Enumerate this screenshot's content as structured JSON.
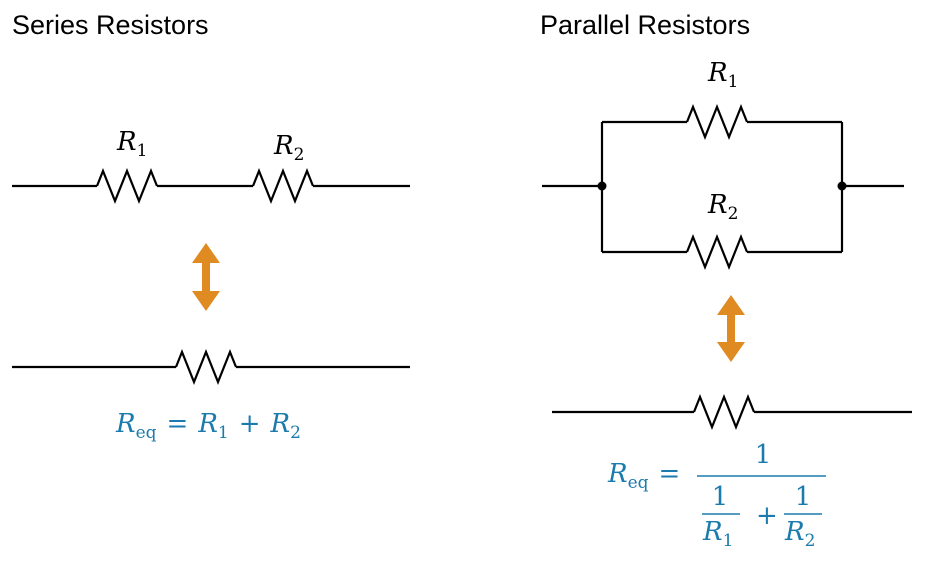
{
  "series": {
    "title": "Series Resistors",
    "r1": {
      "letter": "R",
      "sub": "1"
    },
    "r2": {
      "letter": "R",
      "sub": "2"
    },
    "equation": {
      "lhs_letter": "R",
      "lhs_sub": "eq",
      "equals": "=",
      "a_letter": "R",
      "a_sub": "1",
      "plus": "+",
      "b_letter": "R",
      "b_sub": "2"
    }
  },
  "parallel": {
    "title": "Parallel Resistors",
    "r1": {
      "letter": "R",
      "sub": "1"
    },
    "r2": {
      "letter": "R",
      "sub": "2"
    },
    "equation": {
      "lhs_letter": "R",
      "lhs_sub": "eq",
      "equals": "=",
      "numerator": "1",
      "term1_num": "1",
      "term1_letter": "R",
      "term1_sub": "1",
      "plus": "+",
      "term2_num": "1",
      "term2_letter": "R",
      "term2_sub": "2"
    }
  },
  "colors": {
    "arrow": "#e08a22",
    "equation": "#1b7bad",
    "wire": "#000000"
  }
}
